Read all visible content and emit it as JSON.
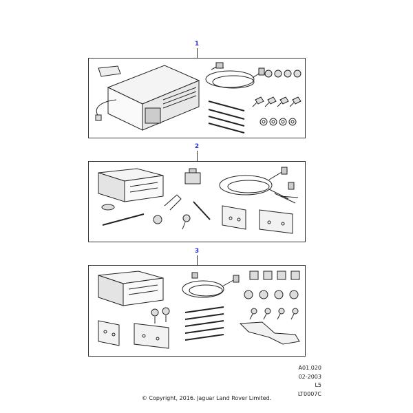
{
  "callouts": [
    "1",
    "2",
    "3"
  ],
  "reference": {
    "code": "A01.020",
    "date": "02-2003",
    "level": "L5",
    "illustration": "LT0007C"
  },
  "copyright": "© Copyright, 2016. Jaguar Land Rover Limited."
}
